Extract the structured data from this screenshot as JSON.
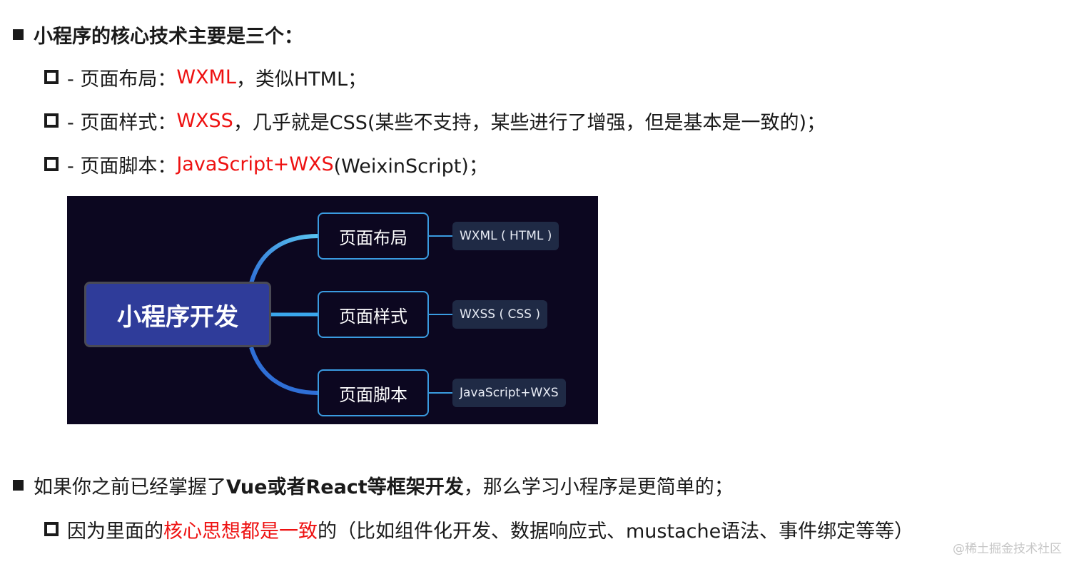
{
  "heading1": {
    "text": "小程序的核心技术主要是三个："
  },
  "items1": [
    {
      "prefix": " - 页面布局：",
      "highlight": "WXML",
      "suffix": "，类似HTML；"
    },
    {
      "prefix": " - 页面样式：",
      "highlight": "WXSS",
      "suffix": "，几乎就是CSS(某些不支持，某些进行了增强，但是基本是一致的)；"
    },
    {
      "prefix": " - 页面脚本：",
      "highlight": "JavaScript+WXS",
      "suffix": "(WeixinScript)；"
    }
  ],
  "mindmap": {
    "root": "小程序开发",
    "branches": [
      {
        "label": "页面布局",
        "leaf": "WXML ( HTML )"
      },
      {
        "label": "页面样式",
        "leaf": "WXSS ( CSS )"
      },
      {
        "label": "页面脚本",
        "leaf": "JavaScript+WXS"
      }
    ]
  },
  "heading2": {
    "before": "如果你之前已经掌握了",
    "bold": "Vue或者React等框架开发",
    "after": "，那么学习小程序是更简单的；"
  },
  "item2": {
    "before": "因为里面的",
    "highlight": "核心思想都是一致",
    "after": "的（比如组件化开发、数据响应式、mustache语法、事件绑定等等）"
  },
  "watermark": "@稀土掘金技术社区",
  "colors": {
    "highlight": "#ee1111",
    "mindmap_background": "#0c0720",
    "root_node": "#2f3c9a",
    "branch_border": "#3a9be0"
  }
}
